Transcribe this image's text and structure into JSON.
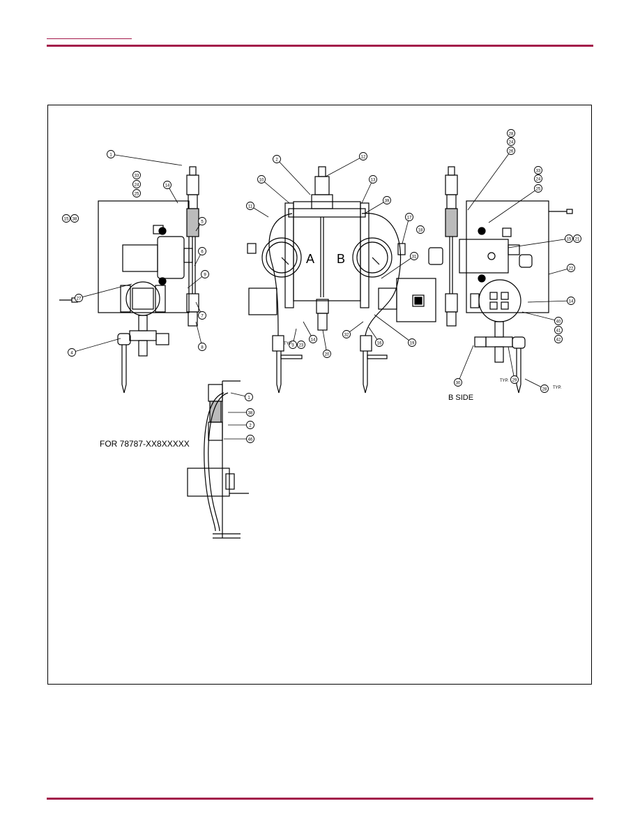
{
  "header": {
    "accent_color": "#a3184a"
  },
  "drawing": {
    "panel_a_letter": "A",
    "panel_b_letter": "B",
    "b_side_label": "B SIDE",
    "variant_label": "FOR 78787-XX8XXXXX",
    "typ_label": "TYP.",
    "balloons": {
      "left": [
        "1",
        "33",
        "24",
        "25",
        "14",
        "15",
        "38",
        "5",
        "6",
        "9",
        "27",
        "7",
        "8",
        "4"
      ],
      "center": [
        "2",
        "12",
        "10",
        "13",
        "11",
        "39",
        "17",
        "18",
        "31",
        "3",
        "23",
        "14",
        "32",
        "16",
        "19",
        "20"
      ],
      "right": [
        "28",
        "24",
        "26",
        "33",
        "24",
        "25",
        "15",
        "21",
        "22",
        "14",
        "40",
        "41",
        "42",
        "30",
        "29",
        "28"
      ],
      "detail": [
        "1",
        "38",
        "2",
        "46"
      ]
    }
  }
}
